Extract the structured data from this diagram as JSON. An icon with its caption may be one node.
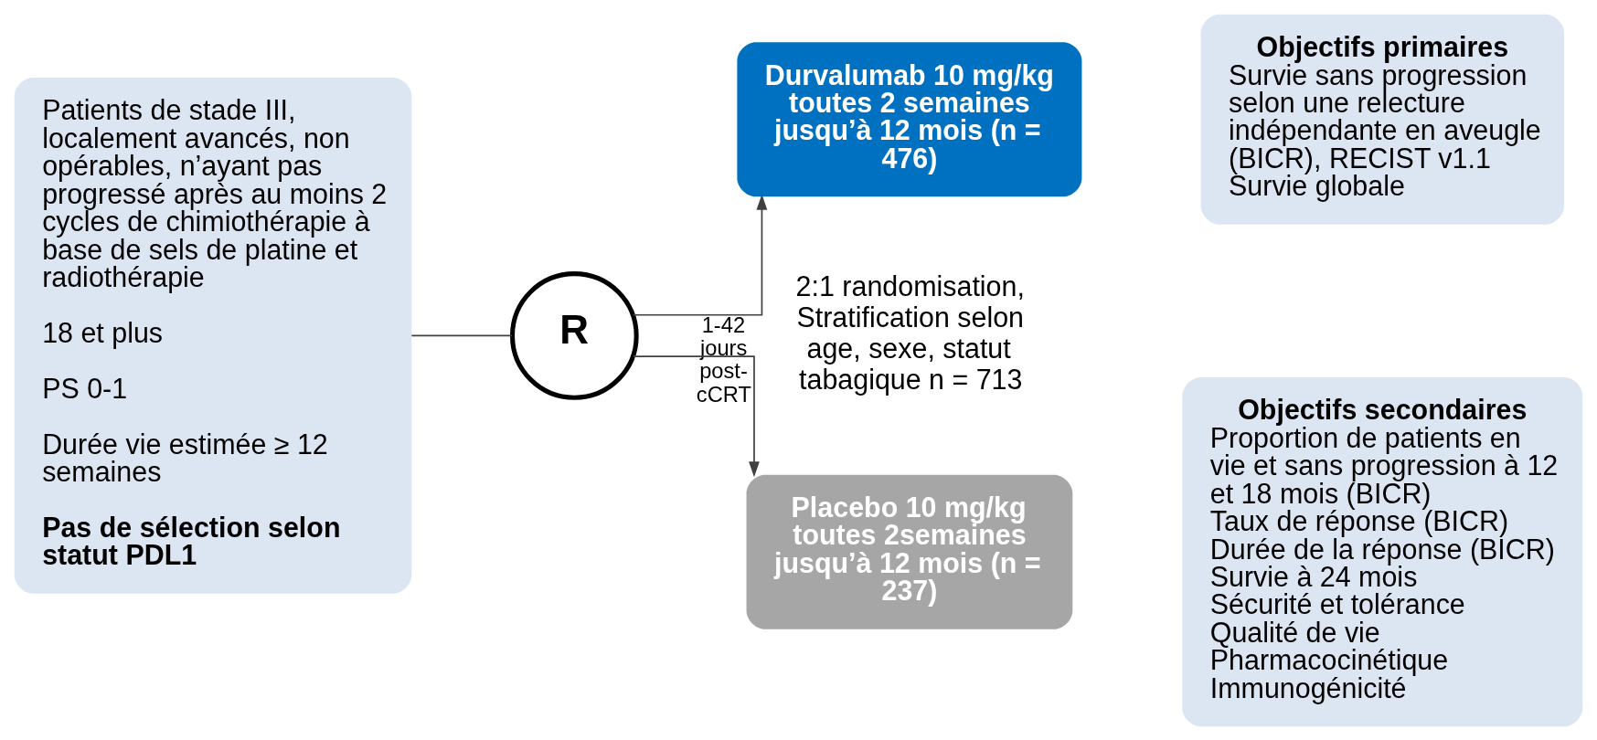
{
  "diagram": {
    "nodes": [
      {
        "text": [
          "Patients de stade III, localement avancés, non opérables, n’ayant pas progressé après au moins 2 cycles de chimiothérapie à base de sels de platine et radiothérapie",
          "18 et plus",
          "PS 0-1",
          "Durée vie estimée ≥ 12 semaines",
          "Pas de sélection selon statut PDL1"
        ]
      },
      {
        "text": [
          "R"
        ]
      },
      {
        "text": [
          "Durvalumab 10 mg/kg toutes 2 semaines jusqu’à 12 mois (n = 476)"
        ]
      },
      {
        "text": [
          "Placebo 10 mg/kg toutes 2semaines jusqu’à 12 mois (n = 237)"
        ]
      },
      {
        "text": [
          "Objectifs primaires",
          "Survie sans progression selon une relecture indépendante en aveugle (BICR), RECIST v1.1",
          "Survie globale"
        ]
      },
      {
        "text": [
          "Objectifs secondaires",
          "Proportion de patients en vie et sans progression à 12 et 18 mois (BICR)",
          "Taux de réponse (BICR)",
          "Durée de la réponse (BICR)",
          "Survie à 24 mois",
          "Sécurité et tolérance",
          "Qualité de vie",
          "Pharmacocinétique",
          "Immunogénicité"
        ]
      }
    ],
    "edges": [
      {
        "from": 0,
        "to": 1,
        "arrow": "none"
      },
      {
        "from": 1,
        "to": 2,
        "arrow": "to",
        "label": "1-42 jours post-cCRT"
      },
      {
        "from": 1,
        "to": 3,
        "arrow": "to"
      }
    ],
    "labels": [
      "2:1 randomisation, Stratification selon age, sexe, statut tabagique n = 713"
    ]
  }
}
